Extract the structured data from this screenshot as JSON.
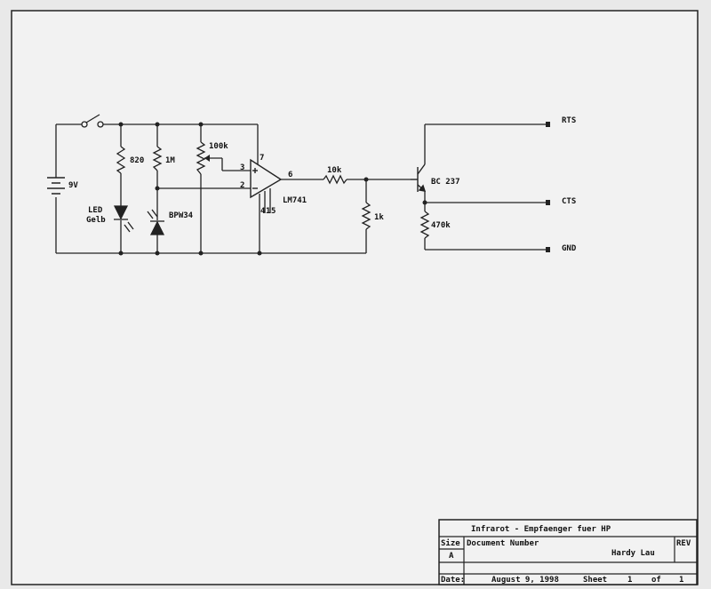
{
  "schematic": {
    "labels": {
      "r_led": "820",
      "r_1m": "1M",
      "pot": "100k",
      "battery": "9V",
      "led_line1": "LED",
      "led_line2": "Gelb",
      "photodiode": "BPW34",
      "pin7": "7",
      "pin3": "3",
      "pin2": "2",
      "pin6": "6",
      "pin4": "4",
      "pin1": "1",
      "pin5": "5",
      "opamp": "LM741",
      "r_10k": "10k",
      "r_1k": "1k",
      "transistor": "BC 237",
      "r_470k": "470k",
      "rts": "RTS",
      "cts": "CTS",
      "gnd": "GND"
    }
  },
  "title_block": {
    "title": "Infrarot - Empfaenger fuer HP",
    "size_label": "Size",
    "size_value": "A",
    "doc_label": "Document Number",
    "author": "Hardy Lau",
    "rev_label": "REV",
    "date_label": "Date:",
    "date_value": "August  9, 1998",
    "sheet_label": "Sheet",
    "sheet_num": "1",
    "sheet_of": "of",
    "sheet_total": "1"
  }
}
